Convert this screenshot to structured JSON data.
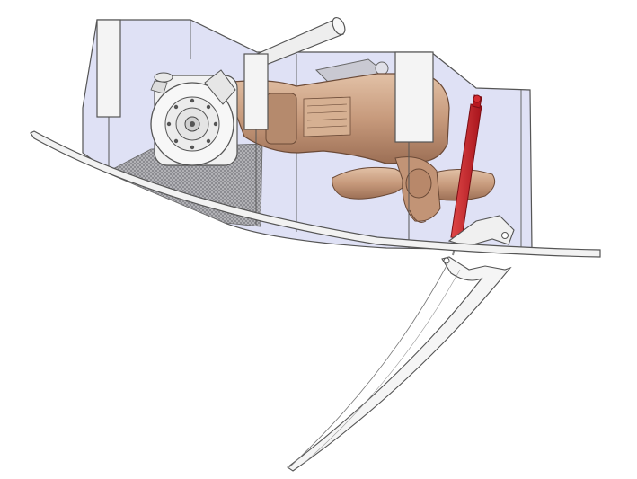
{
  "figure": {
    "components": [
      {
        "id": "hull-bottom",
        "icon": "hull-bottom-plate-icon"
      },
      {
        "id": "tunnel-housing",
        "icon": "transparent-housing-icon"
      },
      {
        "id": "motor",
        "icon": "electric-motor-icon"
      },
      {
        "id": "gearbox",
        "icon": "gearbox-icon"
      },
      {
        "id": "propeller",
        "icon": "propeller-icon"
      },
      {
        "id": "hydraulic-cylinder",
        "icon": "hydraulic-cylinder-icon"
      },
      {
        "id": "support-brackets",
        "icon": "bracket-icon"
      },
      {
        "id": "closure-flap",
        "icon": "hinged-flap-icon"
      },
      {
        "id": "mount-tube",
        "icon": "mount-tube-icon"
      }
    ],
    "colors": {
      "line": "#555555",
      "housing_fill": "#d4d7f2",
      "bronze": "#c79a7c",
      "bronze_dark": "#9c6f55",
      "cylinder_red": "#c8202a",
      "mesh": "#8f8f8f"
    }
  }
}
